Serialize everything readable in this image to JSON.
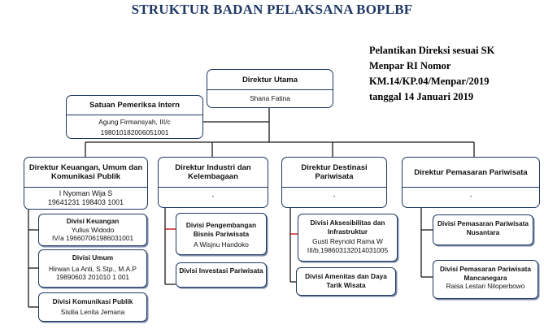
{
  "title": "STRUKTUR BADAN PELAKSANA BOPLBF",
  "note": {
    "lines": [
      "Pelantikan Direksi sesuai SK",
      "Menpar RI Nomor",
      "KM.14/KP.04/Menpar/2019",
      "tanggal 14 Januari 2019"
    ]
  },
  "direktur_utama": {
    "title": "Direktur Utama",
    "name": "Shana Fatina"
  },
  "spi": {
    "title": "Satuan Pemeriksa Intern",
    "name": "Agung Firmansyah, III/c",
    "nip": "198010182006051001"
  },
  "dir_keuangan": {
    "title": "Direktur Keuangan, Umum dan Komunikasi Publik",
    "name": "I Nyoman Wija S",
    "nip": "19641231 198403 1001"
  },
  "dir_industri": {
    "title": "Direktur Industri  dan Kelembagaan",
    "name": "-"
  },
  "dir_destinasi": {
    "title": "Direktur Destinasi Pariwisata",
    "name": "-"
  },
  "dir_pemasaran": {
    "title": "Direktur Pemasaran Pariwisata",
    "name": "-"
  },
  "div_keuangan": {
    "title": "Divisi Keuangan",
    "name": "Yulius Widodo",
    "nip": "IV/a 196607061986031001"
  },
  "div_umum": {
    "title": "Divisi Umum",
    "name": "Hirwan La Anti, S.Stp., M.A.P",
    "nip": "19890603 201010 1 001"
  },
  "div_komunikasi": {
    "title": "Divisi Komunikasi Publik",
    "name": "Sisilia Lenita Jemana"
  },
  "div_pengembangan": {
    "title": "Divisi Pengembangan Bisnis Pariwisata",
    "name": "A Wisjnu Handoko"
  },
  "div_investasi": {
    "title": "Divisi Investasi Pariwisata"
  },
  "div_aksesibilitas": {
    "title": "Divisi Aksesibilitas dan Infrastruktur",
    "name": "Gusti Reynold Rama W",
    "nip": "III/b,198603132014031005"
  },
  "div_amenitas": {
    "title": "Divisi Amenitas dan Daya Tarik Wisata"
  },
  "div_nusantara": {
    "title": "Divisi Pemasaran Pariwisata Nusantara"
  },
  "div_mancanegara": {
    "title": "Divisi Pemasaran Pariwisata Mancanegara",
    "name": "Raisa Lestari Niloperbowo"
  },
  "colors": {
    "border": "#1f3864",
    "title": "#1f3864",
    "connector": "#1a1a1a",
    "accent_connector": "#c00000"
  }
}
